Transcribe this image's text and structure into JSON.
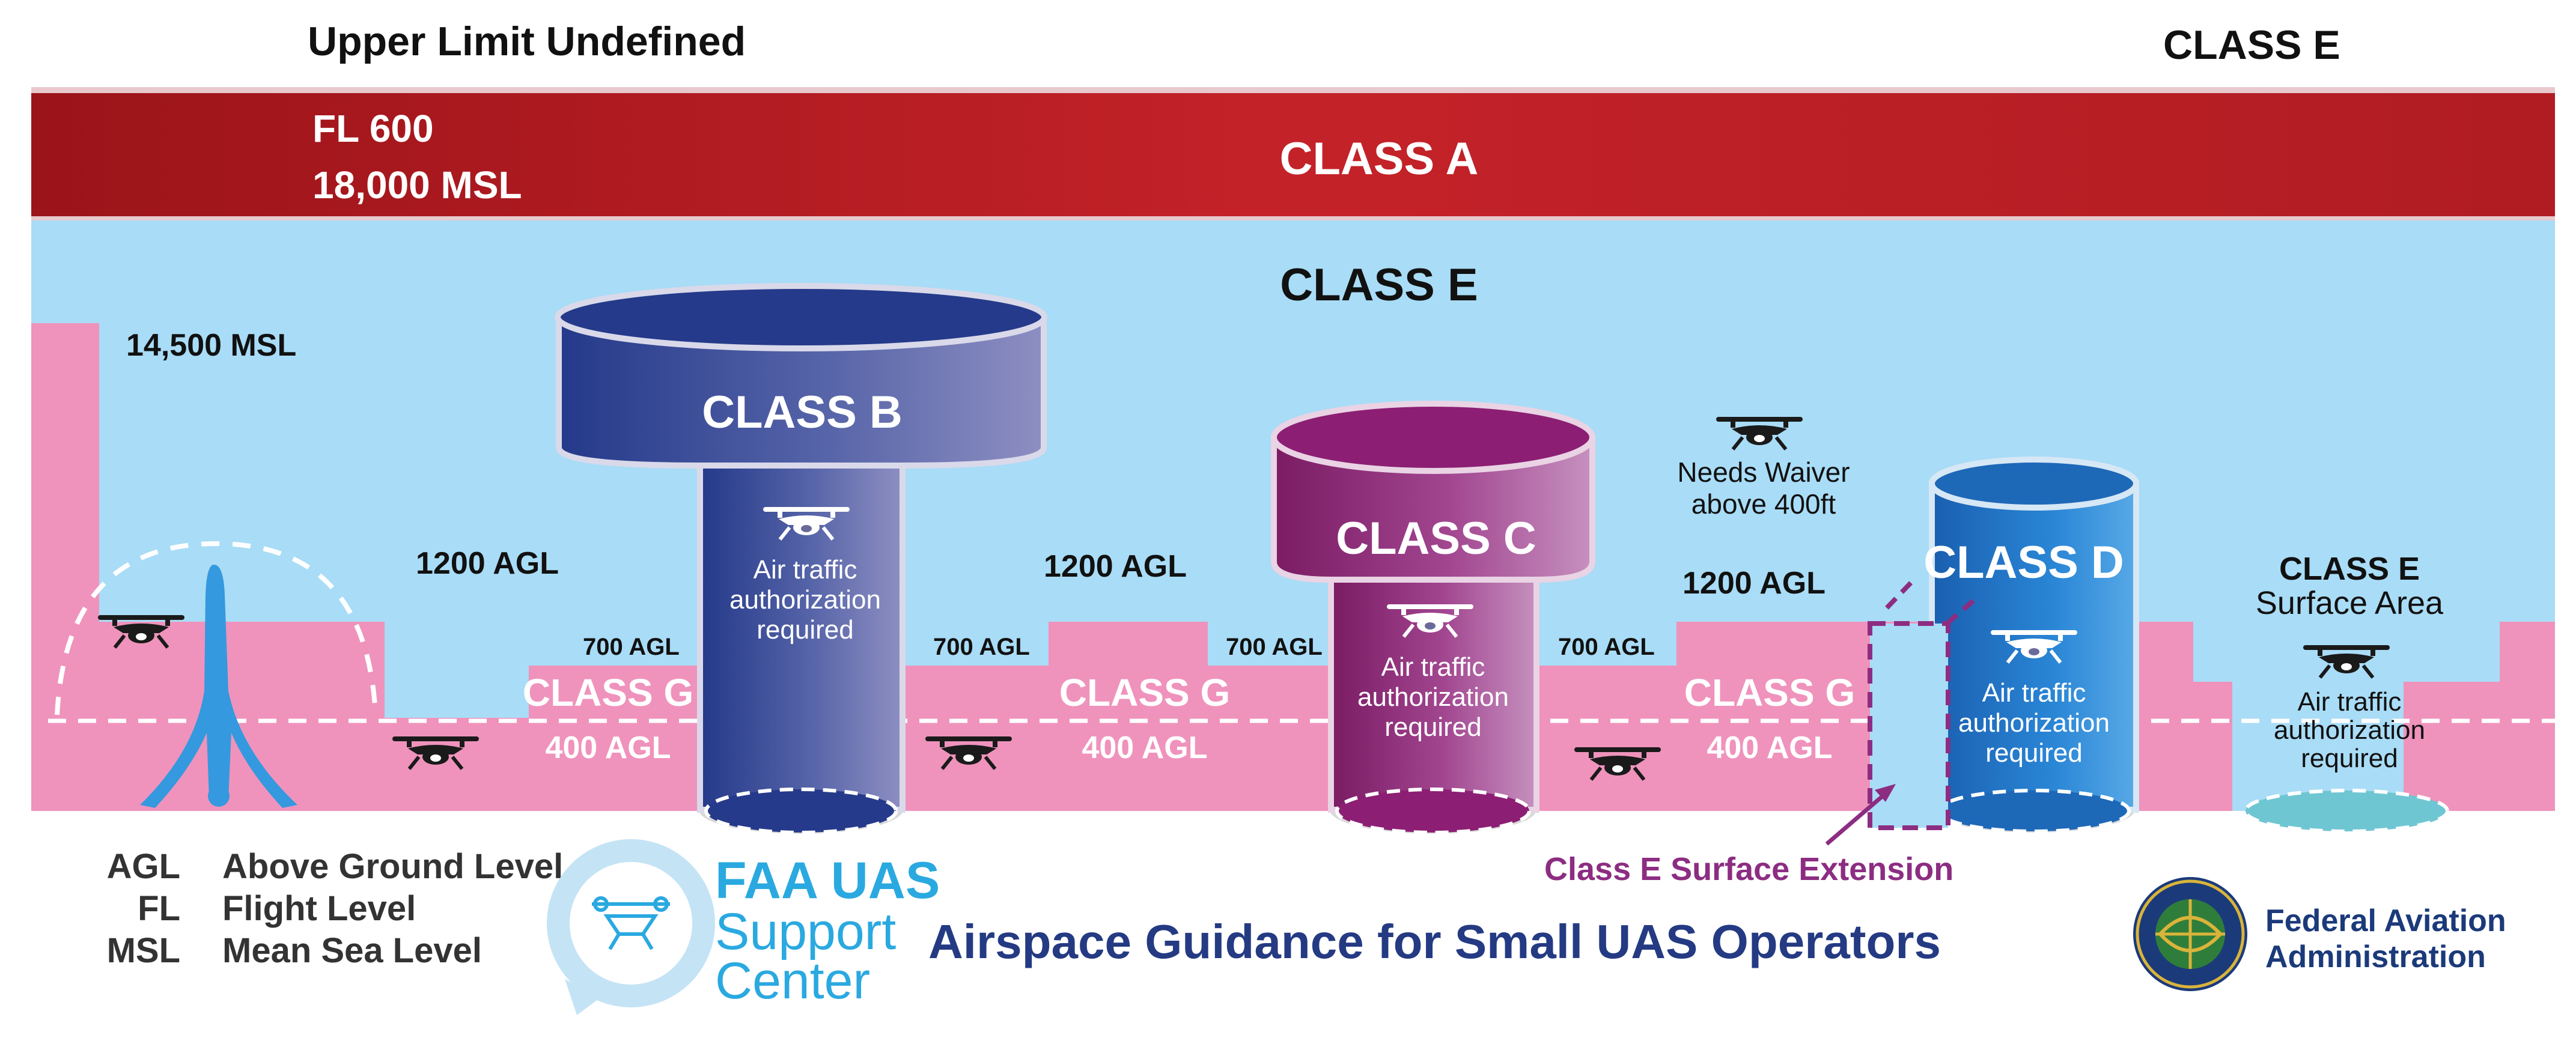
{
  "top": {
    "upper_limit": "Upper Limit Undefined",
    "class_e_top": "CLASS E"
  },
  "class_a": {
    "fl": "FL 600",
    "msl": "18,000 MSL",
    "label": "CLASS A"
  },
  "class_e": {
    "label": "CLASS E",
    "altitude_14500": "14,500 MSL"
  },
  "agl_labels": {
    "agl_1200": "1200 AGL",
    "agl_700": "700 AGL",
    "agl_400": "400 AGL"
  },
  "class_g_label": "CLASS G",
  "class_b": {
    "label": "CLASS B",
    "note": [
      "Air traffic",
      "authorization",
      "required"
    ]
  },
  "class_c": {
    "label": "CLASS C",
    "note": [
      "Air traffic",
      "authorization",
      "required"
    ]
  },
  "class_d": {
    "label": "CLASS D",
    "note": [
      "Air traffic",
      "authorization",
      "required"
    ]
  },
  "class_e_surface": {
    "label": "CLASS E",
    "sublabel": "Surface Area",
    "note": [
      "Air traffic",
      "authorization",
      "required"
    ]
  },
  "waiver": [
    "Needs Waiver",
    "above 400ft"
  ],
  "extension_label": "Class E Surface Extension",
  "legend": [
    {
      "abbr": "AGL",
      "meaning": "Above Ground Level"
    },
    {
      "abbr": "FL",
      "meaning": "Flight Level"
    },
    {
      "abbr": "MSL",
      "meaning": "Mean Sea Level"
    }
  ],
  "footer": {
    "faa_uas": "FAA UAS",
    "support": "Support",
    "center": "Center",
    "title": "Airspace Guidance for Small UAS Operators",
    "faa_name_1": "Federal Aviation",
    "faa_name_2": "Administration"
  },
  "colors": {
    "class_a": "#b31f24",
    "class_e_sky": "#a9dcf6",
    "class_g_ground": "#ef93bc",
    "class_b": "#263e8c",
    "class_c": "#8c2270",
    "class_d": "#1f70c1",
    "surface_area": "#6fc6d3",
    "accent_purple": "#8c2d82",
    "title_blue": "#243a83",
    "uas_blue": "#2aa9e0"
  }
}
